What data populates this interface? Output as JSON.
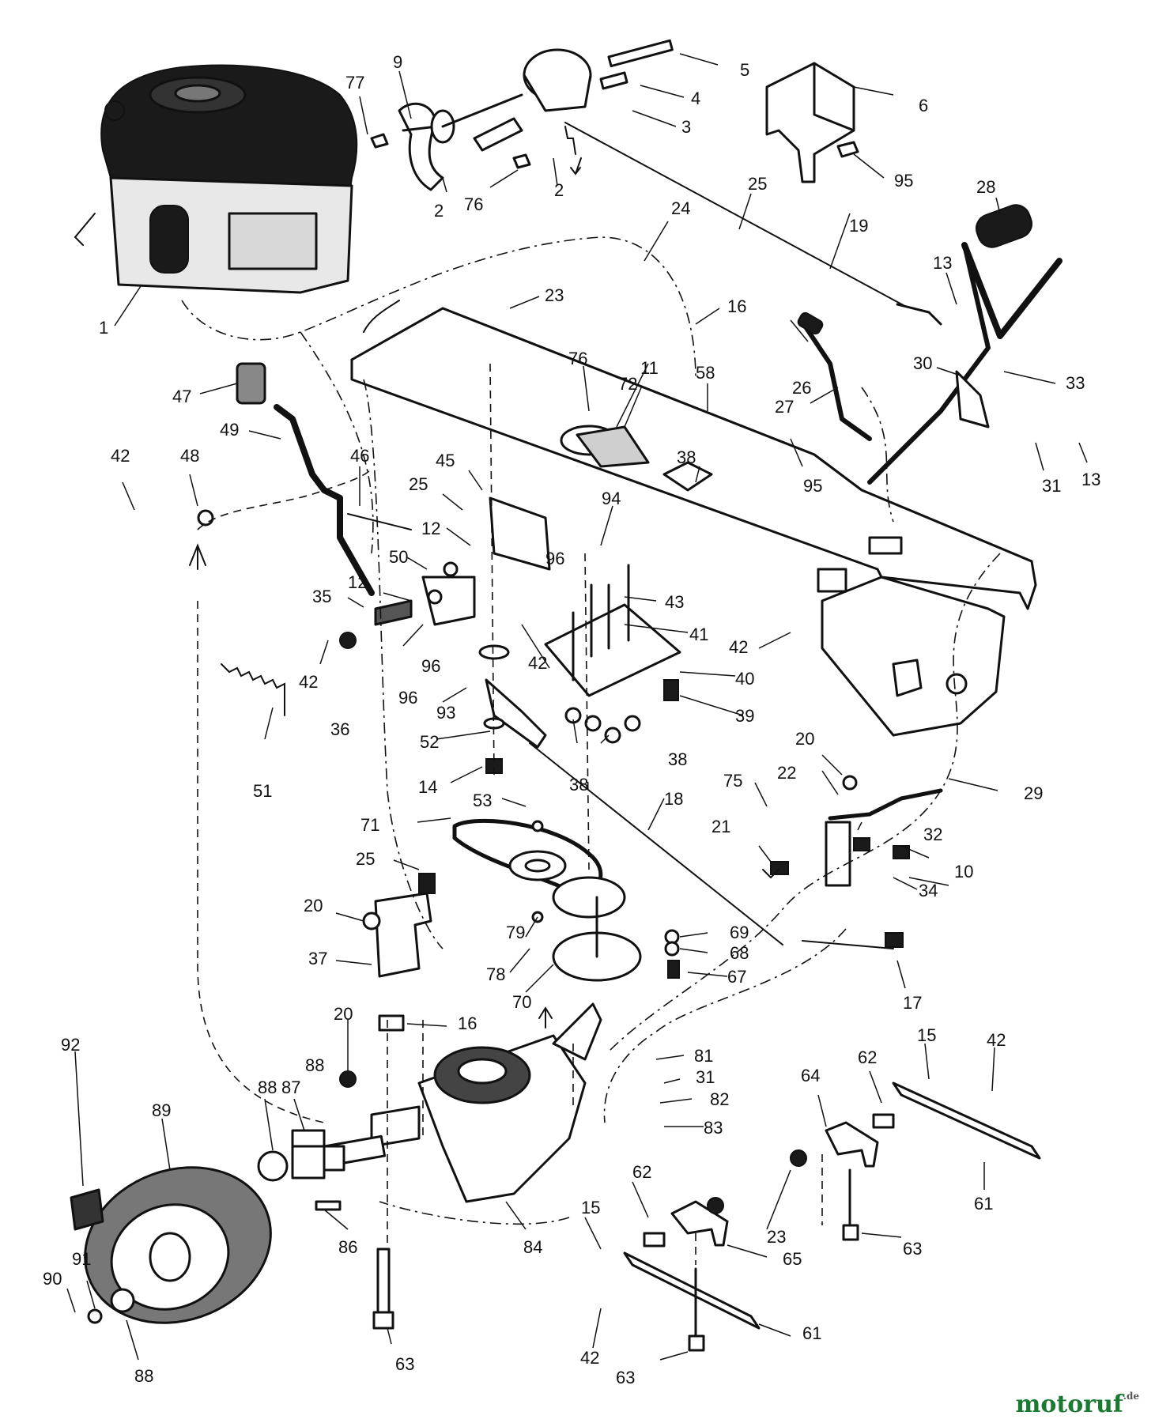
{
  "watermark": {
    "text": "motoruf",
    "suffix": ".de"
  },
  "labels": [
    {
      "id": "p1",
      "text": "1"
    },
    {
      "id": "p9",
      "text": "9"
    },
    {
      "id": "p77",
      "text": "77"
    },
    {
      "id": "p5",
      "text": "5"
    },
    {
      "id": "p4",
      "text": "4"
    },
    {
      "id": "p3",
      "text": "3"
    },
    {
      "id": "p6",
      "text": "6"
    },
    {
      "id": "p2a",
      "text": "2"
    },
    {
      "id": "p76a",
      "text": "76"
    },
    {
      "id": "p2b",
      "text": "2"
    },
    {
      "id": "p95a",
      "text": "95"
    },
    {
      "id": "p25a",
      "text": "25"
    },
    {
      "id": "p24",
      "text": "24"
    },
    {
      "id": "p19",
      "text": "19"
    },
    {
      "id": "p28",
      "text": "28"
    },
    {
      "id": "p13a",
      "text": "13"
    },
    {
      "id": "p23a",
      "text": "23"
    },
    {
      "id": "p16a",
      "text": "16"
    },
    {
      "id": "p26",
      "text": "26"
    },
    {
      "id": "p27",
      "text": "27"
    },
    {
      "id": "p30",
      "text": "30"
    },
    {
      "id": "p33",
      "text": "33"
    },
    {
      "id": "p47",
      "text": "47"
    },
    {
      "id": "p76b",
      "text": "76"
    },
    {
      "id": "p72",
      "text": "72"
    },
    {
      "id": "p11",
      "text": "11"
    },
    {
      "id": "p58",
      "text": "58"
    },
    {
      "id": "p49",
      "text": "49"
    },
    {
      "id": "p38a",
      "text": "38"
    },
    {
      "id": "p95b",
      "text": "95"
    },
    {
      "id": "p31a",
      "text": "31"
    },
    {
      "id": "p13b",
      "text": "13"
    },
    {
      "id": "p42a",
      "text": "42"
    },
    {
      "id": "p48",
      "text": "48"
    },
    {
      "id": "p46",
      "text": "46"
    },
    {
      "id": "p45",
      "text": "45"
    },
    {
      "id": "p25b",
      "text": "25"
    },
    {
      "id": "p94",
      "text": "94"
    },
    {
      "id": "p12a",
      "text": "12"
    },
    {
      "id": "p50",
      "text": "50"
    },
    {
      "id": "p96a",
      "text": "96"
    },
    {
      "id": "p12b",
      "text": "12"
    },
    {
      "id": "p43",
      "text": "43"
    },
    {
      "id": "p35",
      "text": "35"
    },
    {
      "id": "p41",
      "text": "41"
    },
    {
      "id": "p42b",
      "text": "42"
    },
    {
      "id": "p96b",
      "text": "96"
    },
    {
      "id": "p42c",
      "text": "42"
    },
    {
      "id": "p42d",
      "text": "42"
    },
    {
      "id": "p40",
      "text": "40"
    },
    {
      "id": "p36",
      "text": "36"
    },
    {
      "id": "p96c",
      "text": "96"
    },
    {
      "id": "p93",
      "text": "93"
    },
    {
      "id": "p39",
      "text": "39"
    },
    {
      "id": "p52",
      "text": "52"
    },
    {
      "id": "p38b",
      "text": "38"
    },
    {
      "id": "p38c",
      "text": "38"
    },
    {
      "id": "p51",
      "text": "51"
    },
    {
      "id": "p14",
      "text": "14"
    },
    {
      "id": "p20a",
      "text": "20"
    },
    {
      "id": "p22",
      "text": "22"
    },
    {
      "id": "p75",
      "text": "75"
    },
    {
      "id": "p29",
      "text": "29"
    },
    {
      "id": "p53",
      "text": "53"
    },
    {
      "id": "p18",
      "text": "18"
    },
    {
      "id": "p71",
      "text": "71"
    },
    {
      "id": "p32",
      "text": "32"
    },
    {
      "id": "p21",
      "text": "21"
    },
    {
      "id": "p10",
      "text": "10"
    },
    {
      "id": "p25c",
      "text": "25"
    },
    {
      "id": "p34",
      "text": "34"
    },
    {
      "id": "p20b",
      "text": "20"
    },
    {
      "id": "p79",
      "text": "79"
    },
    {
      "id": "p69",
      "text": "69"
    },
    {
      "id": "p68",
      "text": "68"
    },
    {
      "id": "p37",
      "text": "37"
    },
    {
      "id": "p78",
      "text": "78"
    },
    {
      "id": "p67",
      "text": "67"
    },
    {
      "id": "p70",
      "text": "70"
    },
    {
      "id": "p17",
      "text": "17"
    },
    {
      "id": "p16b",
      "text": "16"
    },
    {
      "id": "p20c",
      "text": "20"
    },
    {
      "id": "p81",
      "text": "81"
    },
    {
      "id": "p15a",
      "text": "15"
    },
    {
      "id": "p42e",
      "text": "42"
    },
    {
      "id": "p62a",
      "text": "62"
    },
    {
      "id": "p64",
      "text": "64"
    },
    {
      "id": "p31b",
      "text": "31"
    },
    {
      "id": "p82",
      "text": "82"
    },
    {
      "id": "p88a",
      "text": "88"
    },
    {
      "id": "p89",
      "text": "89"
    },
    {
      "id": "p87",
      "text": "87"
    },
    {
      "id": "p88b",
      "text": "88"
    },
    {
      "id": "p83",
      "text": "83"
    },
    {
      "id": "p92",
      "text": "92"
    },
    {
      "id": "p61a",
      "text": "61"
    },
    {
      "id": "p62b",
      "text": "62"
    },
    {
      "id": "p23b",
      "text": "23"
    },
    {
      "id": "p86",
      "text": "86"
    },
    {
      "id": "p84",
      "text": "84"
    },
    {
      "id": "p15b",
      "text": "15"
    },
    {
      "id": "p63a",
      "text": "63"
    },
    {
      "id": "p65",
      "text": "65"
    },
    {
      "id": "p90",
      "text": "90"
    },
    {
      "id": "p91",
      "text": "91"
    },
    {
      "id": "p88c",
      "text": "88"
    },
    {
      "id": "p63b",
      "text": "63"
    },
    {
      "id": "p42f",
      "text": "42"
    },
    {
      "id": "p61b",
      "text": "61"
    },
    {
      "id": "p63c",
      "text": "63"
    }
  ]
}
